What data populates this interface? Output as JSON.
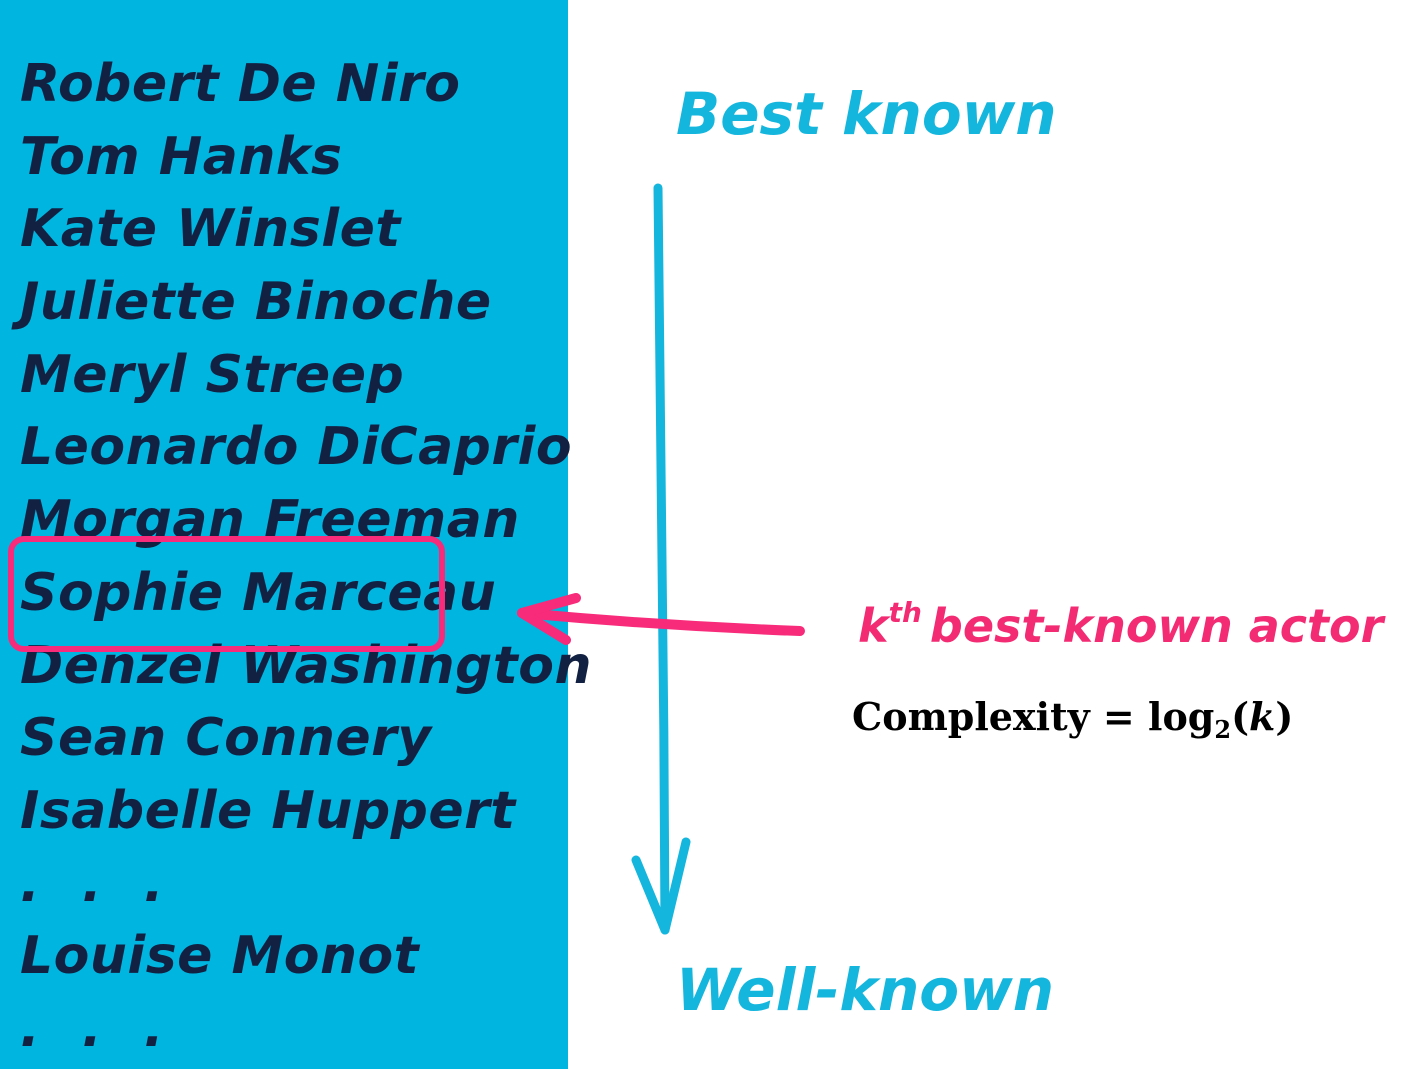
{
  "actors": {
    "items": [
      "Robert De Niro",
      "Tom Hanks",
      "Kate Winslet",
      "Juliette Binoche",
      "Meryl Streep",
      "Leonardo DiCaprio",
      "Morgan Freeman",
      "Sophie Marceau",
      "Denzel Washington",
      "Sean Connery",
      "Isabelle Huppert",
      ". . .",
      "Louise Monot",
      ". . ."
    ],
    "highlighted": "Sophie Marceau"
  },
  "axis": {
    "top_label": "Best known",
    "bottom_label": "Well-known"
  },
  "pointer": {
    "k_letter": "k",
    "k_sup": "th",
    "label_rest": "best-known actor"
  },
  "complexity": {
    "prefix": "Complexity = log",
    "base": "2",
    "open_paren": "(",
    "variable": "k",
    "close_paren": ")"
  },
  "colors": {
    "panel": "#00b5e0",
    "text_dark": "#122142",
    "axis": "#14b6de",
    "highlight": "#f72b7a"
  }
}
